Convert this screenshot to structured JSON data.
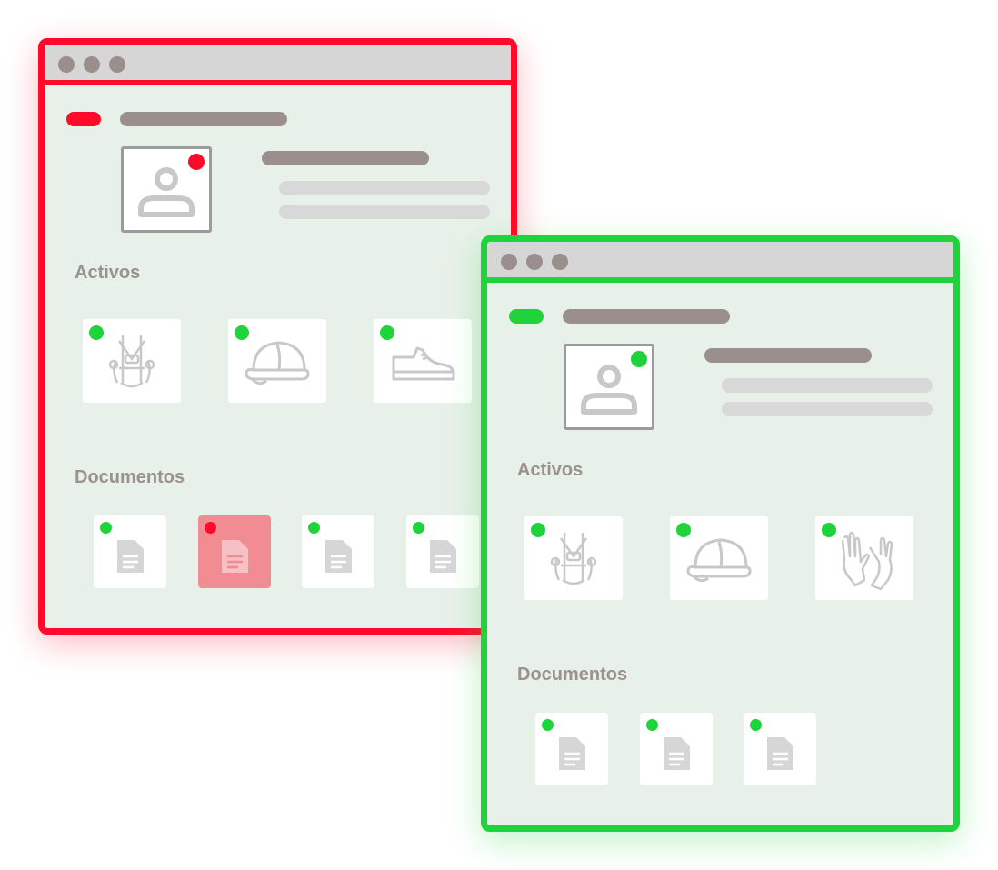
{
  "colors": {
    "invalid": "#ff0a2a",
    "valid": "#1fd33a",
    "panel": "#e8f1e9",
    "placeholder_dark": "#9b8f8d",
    "placeholder_light": "#d8d8d8",
    "icon": "#c8c8c8"
  },
  "windows": [
    {
      "state": "invalid",
      "profile_status": "red",
      "sections": {
        "assets_heading": "Activos",
        "documents_heading": "Documentos"
      },
      "assets": [
        {
          "icon": "harness-icon",
          "status": "green"
        },
        {
          "icon": "hard-hat-icon",
          "status": "green"
        },
        {
          "icon": "safety-shoe-icon",
          "status": "green"
        }
      ],
      "documents": [
        {
          "icon": "document-icon",
          "status": "green"
        },
        {
          "icon": "document-icon",
          "status": "red"
        },
        {
          "icon": "document-icon",
          "status": "green"
        },
        {
          "icon": "document-icon",
          "status": "green"
        }
      ]
    },
    {
      "state": "valid",
      "profile_status": "green",
      "sections": {
        "assets_heading": "Activos",
        "documents_heading": "Documentos"
      },
      "assets": [
        {
          "icon": "harness-icon",
          "status": "green"
        },
        {
          "icon": "hard-hat-icon",
          "status": "green"
        },
        {
          "icon": "gloves-icon",
          "status": "green"
        }
      ],
      "documents": [
        {
          "icon": "document-icon",
          "status": "green"
        },
        {
          "icon": "document-icon",
          "status": "green"
        },
        {
          "icon": "document-icon",
          "status": "green"
        }
      ]
    }
  ]
}
